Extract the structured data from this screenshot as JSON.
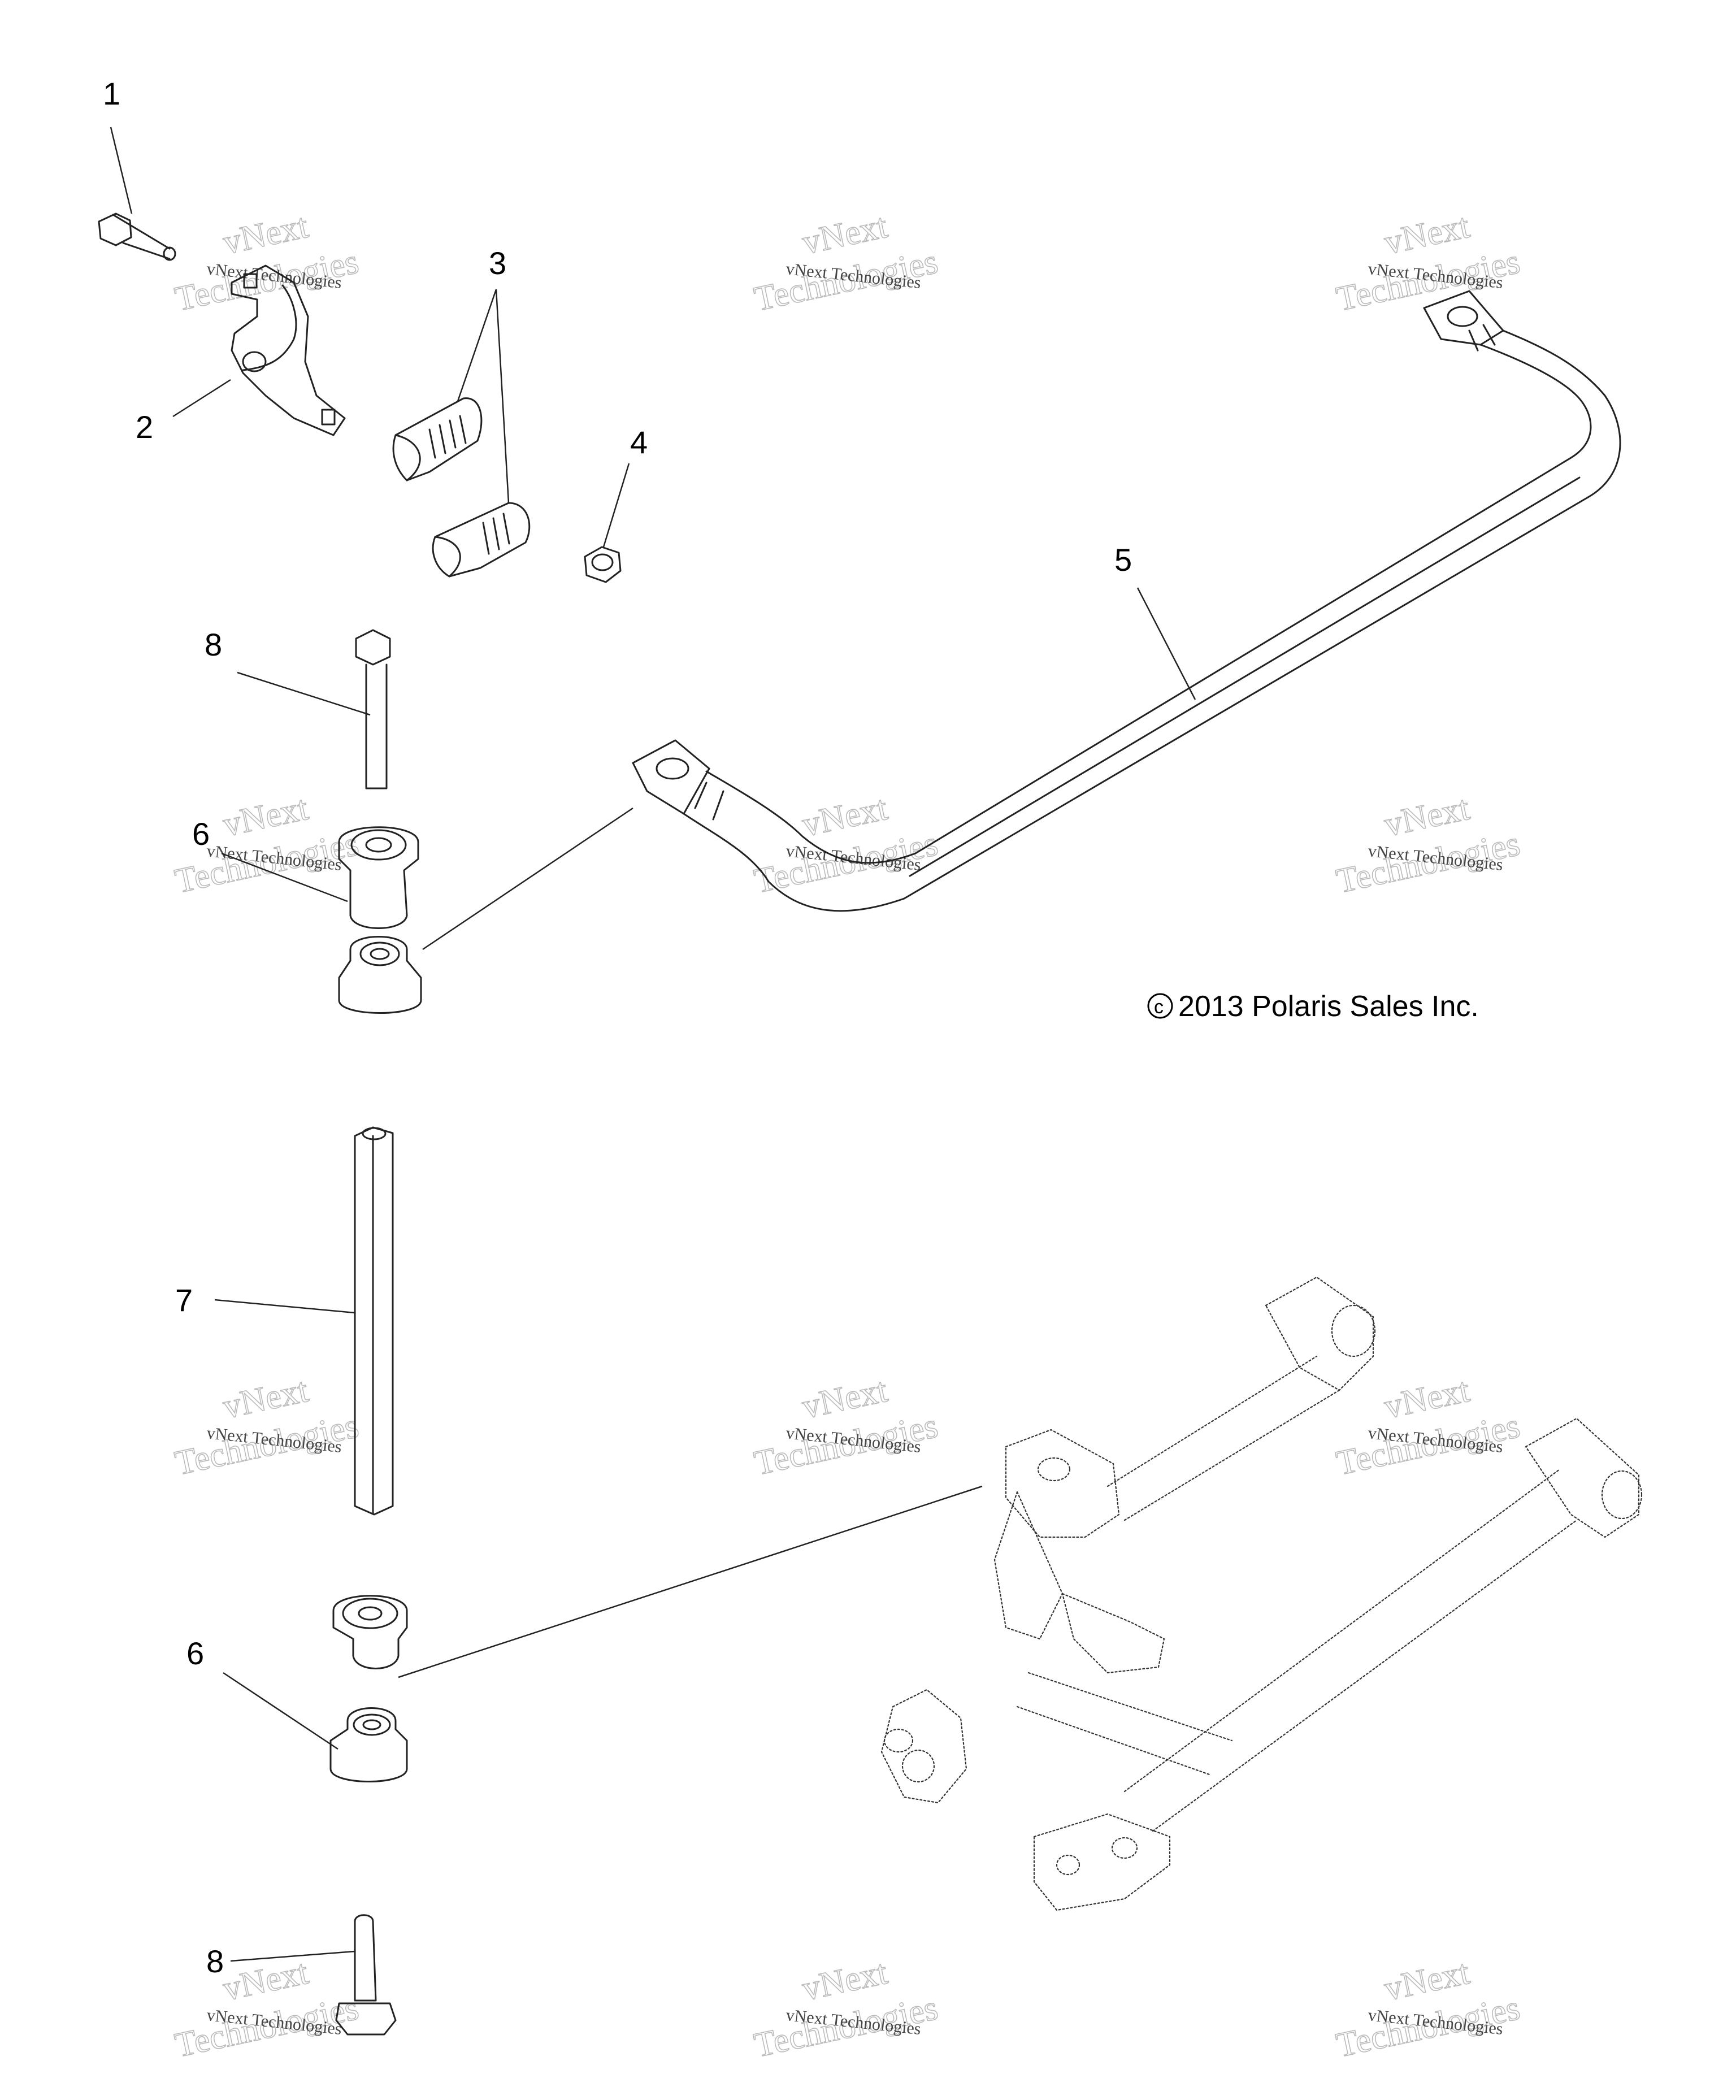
{
  "callouts": {
    "c1": "1",
    "c2": "2",
    "c3": "3",
    "c4": "4",
    "c5": "5",
    "c6a": "6",
    "c6b": "6",
    "c7": "7",
    "c8a": "8",
    "c8b": "8"
  },
  "copyright": "2013 Polaris Sales Inc.",
  "copyright_symbol": "c",
  "watermark": {
    "line1": "vNext Technologies",
    "line2": "vNext",
    "line3": "Technologies"
  }
}
